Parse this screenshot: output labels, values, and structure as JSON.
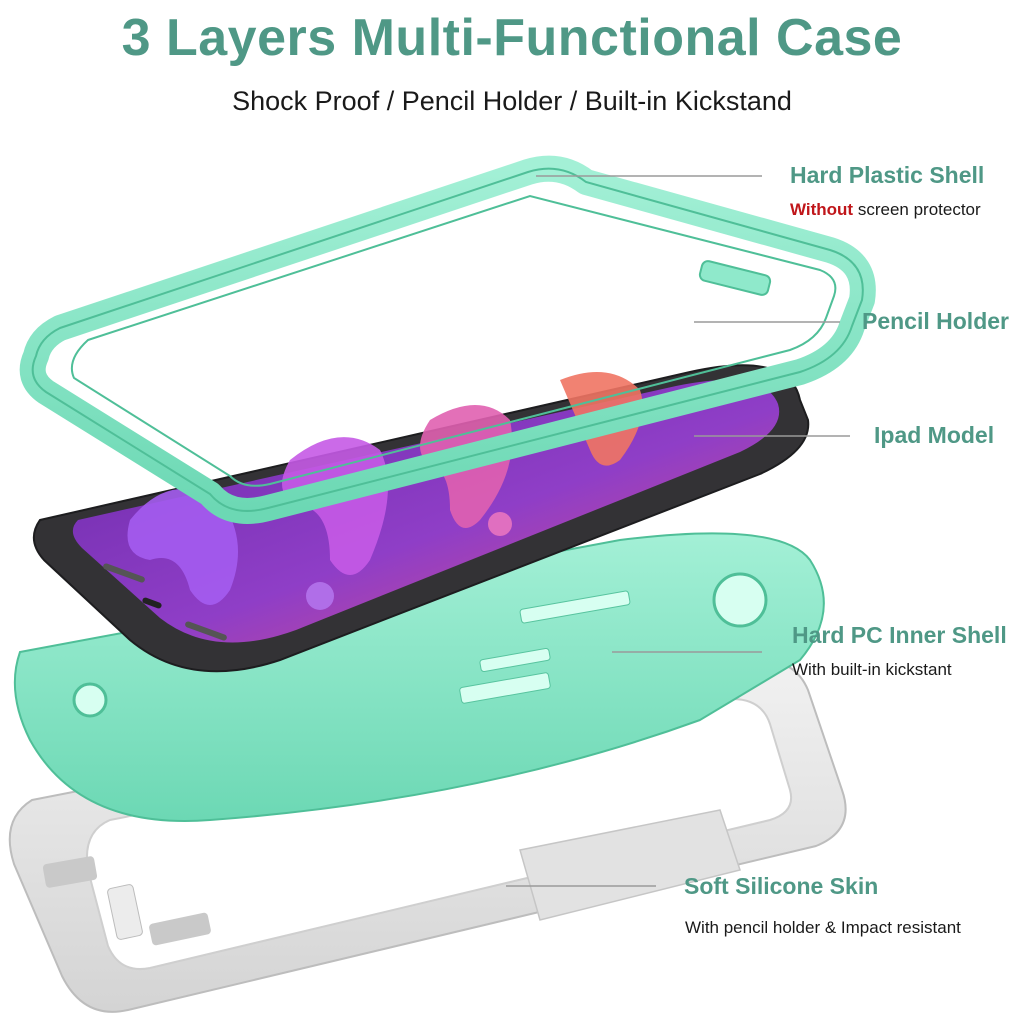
{
  "header": {
    "title": "3 Layers Multi-Functional Case",
    "subtitle": "Shock Proof / Pencil Holder / Built-in Kickstand"
  },
  "labels": {
    "hard_plastic_shell": {
      "title": "Hard Plastic Shell",
      "note_highlight": "Without",
      "note_rest": " screen protector"
    },
    "pencil_holder": {
      "title": "Pencil Holder"
    },
    "ipad_model": {
      "title": "Ipad Model"
    },
    "inner_shell": {
      "title": "Hard PC Inner Shell",
      "note": "With built-in kickstant"
    },
    "silicone_skin": {
      "title": "Soft Silicone Skin",
      "note": "With pencil holder & Impact resistant"
    }
  },
  "colors": {
    "accent": "#4f9886",
    "mint": "#7fe3c1",
    "warning": "#c0161a"
  }
}
